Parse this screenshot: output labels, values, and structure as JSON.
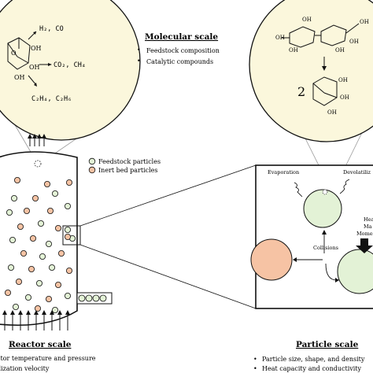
{
  "molecular": {
    "title": "Molecular scale",
    "bullets": [
      "Feedstock composition",
      "Catalytic compounds"
    ],
    "products": {
      "h2_co": "H₂, CO",
      "co2_ch4": "CO₂, CH₄",
      "c2": "C₂H₄, C₂H₆"
    },
    "oh": "OH",
    "o": "O",
    "step_label": "2"
  },
  "reactor": {
    "title": "Reactor scale",
    "bullets": [
      "ctor temperature and pressure",
      "dization velocity"
    ],
    "legend": {
      "feedstock": "Feedstock particles",
      "inert": "Inert bed particles"
    }
  },
  "particle": {
    "title": "Particle scale",
    "bullets": [
      "Particle size, shape, and density",
      "Heat capacity and conductivity"
    ],
    "labels": {
      "evaporation": "Evaporation",
      "devolatilization": "Devolatiliz",
      "collisions": "Collisions",
      "heat": "Hea",
      "mass": "Ma",
      "momentum": "Mome"
    }
  },
  "colors": {
    "feedstock": "#e3f2d6",
    "inert": "#f6c3a4",
    "zoom_bg": "#fbf7dc",
    "line": "#111111"
  }
}
